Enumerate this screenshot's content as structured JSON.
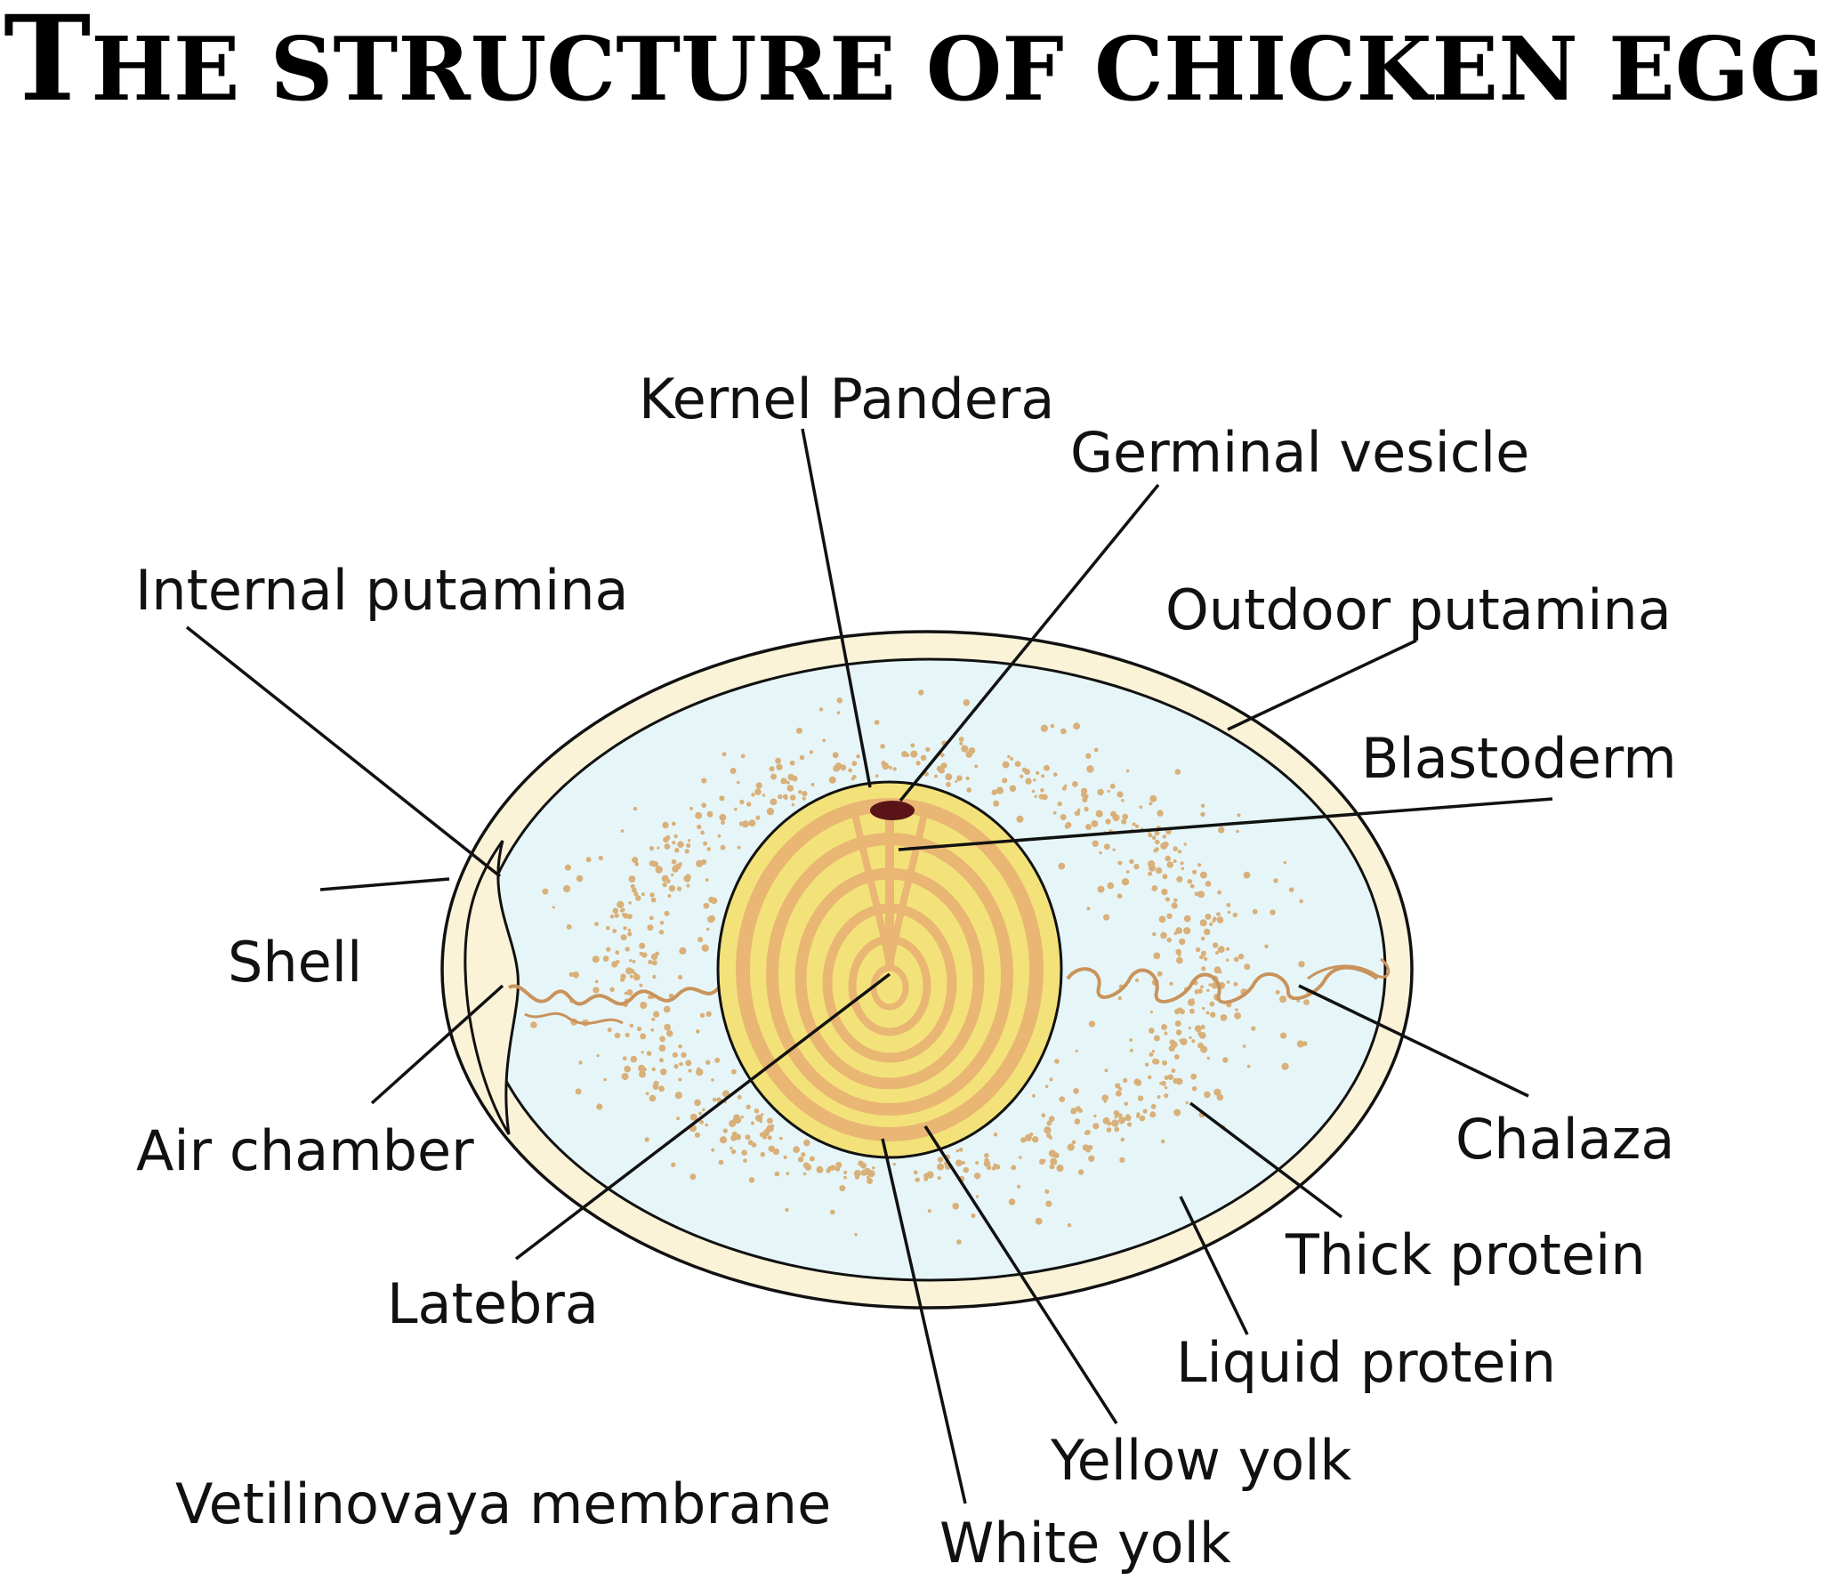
{
  "title": {
    "first_letter": "T",
    "rest": "HE STRUCTURE OF CHICKEN EGGS"
  },
  "labels": {
    "kernel_pandera": "Kernel Pandera",
    "germinal_vesicle": "Germinal vesicle",
    "internal_putamina": "Internal putamina",
    "outdoor_putamina": "Outdoor putamina",
    "blastoderm": "Blastoderm",
    "shell": "Shell",
    "air_chamber": "Air chamber",
    "chalaza": "Chalaza",
    "thick_protein": "Thick protein",
    "latebra": "Latebra",
    "liquid_protein": "Liquid protein",
    "yellow_yolk": "Yellow yolk",
    "white_yolk": "White yolk",
    "vetilinovaya_membrane": "Vetilinovaya membrane"
  },
  "colors": {
    "shell": "#fbf3d8",
    "albumen": "#e6f6f8",
    "thick_protein_dots": "#d9b07a",
    "yolk_outer": "#f3e27a",
    "yolk_bands": "#e9b673",
    "germinal_vesicle": "#5a1418",
    "chalaza": "#c9935c",
    "outline": "#111111"
  }
}
